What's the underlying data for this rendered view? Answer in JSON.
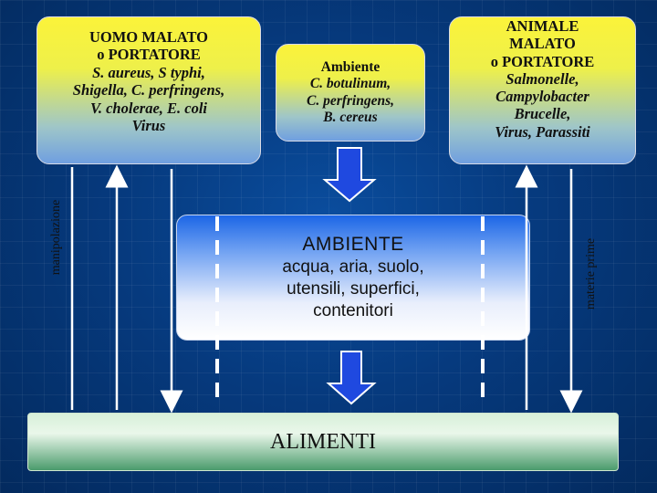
{
  "box_uomo": {
    "title1": "UOMO MALATO",
    "title2": "o PORTATORE",
    "line1": "S. aureus, S typhi,",
    "line2": "Shigella, C. perfringens,",
    "line3": "V. cholerae, E. coli",
    "line4": "Virus"
  },
  "box_ambiente_top": {
    "title": "Ambiente",
    "line1": "C. botulinum,",
    "line2": "C. perfringens,",
    "line3": "B. cereus"
  },
  "box_animale": {
    "title1": "ANIMALE",
    "title2": "MALATO",
    "title3": "o PORTATORE",
    "line1": "Salmonelle,",
    "line2": "Campylobacter",
    "line3": "Brucelle,",
    "line4": "Virus, Parassiti"
  },
  "center": {
    "title": "AMBIENTE",
    "line1": "acqua, aria, suolo,",
    "line2": "utensili, superfici,",
    "line3": "contenitori"
  },
  "alimenti": "ALIMENTI",
  "label_left": "manipolazione",
  "label_right": "materie prime",
  "colors": {
    "background": "#063a7e",
    "yellow": "#fbf33a",
    "arrow_blue": "#1f49e0",
    "center_blue": "#1c66e6",
    "alimenti_green": "#4a9b6c"
  }
}
